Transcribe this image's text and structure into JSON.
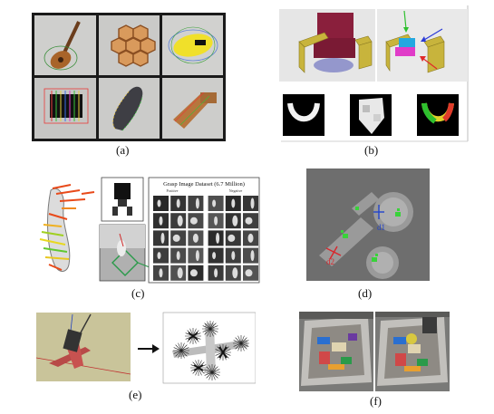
{
  "figure": {
    "captions": {
      "a": "(a)",
      "b": "(b)",
      "c": "(c)",
      "d": "(d)",
      "e": "(e)",
      "f": "(f)"
    },
    "panel_c": {
      "dataset_title": "Grasp Image Dataset (6.7 Million)",
      "positive_label": "Positive",
      "negative_label": "Negative"
    },
    "panel_d": {
      "label_1": "d1",
      "label_2": "d2"
    },
    "colors": {
      "frame": "#1a1a1a",
      "fabric": "#c8c8c6",
      "floor_e": "#c9c49a",
      "grey_d": "#6e6e6e",
      "green_grip": "#39d23a",
      "red_grip": "#d8262c",
      "blue_grip": "#2244cc"
    }
  }
}
